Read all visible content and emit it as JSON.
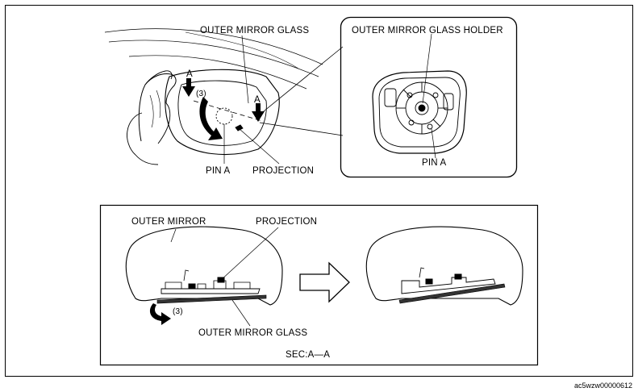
{
  "labels": {
    "outer_mirror_glass_top": "OUTER MIRROR GLASS",
    "outer_mirror_glass_holder": "OUTER MIRROR GLASS HOLDER",
    "a_left": "A",
    "a_right": "A",
    "step_top": "(3)",
    "pin_a_left": "PIN A",
    "projection_top": "PROJECTION",
    "pin_a_right": "PIN A",
    "outer_mirror": "OUTER MIRROR",
    "projection_bottom": "PROJECTION",
    "step_bottom": "(3)",
    "outer_mirror_glass_bottom": "OUTER MIRROR GLASS",
    "section": "SEC:A—A",
    "figure_code": "ac5wzw00000612"
  }
}
